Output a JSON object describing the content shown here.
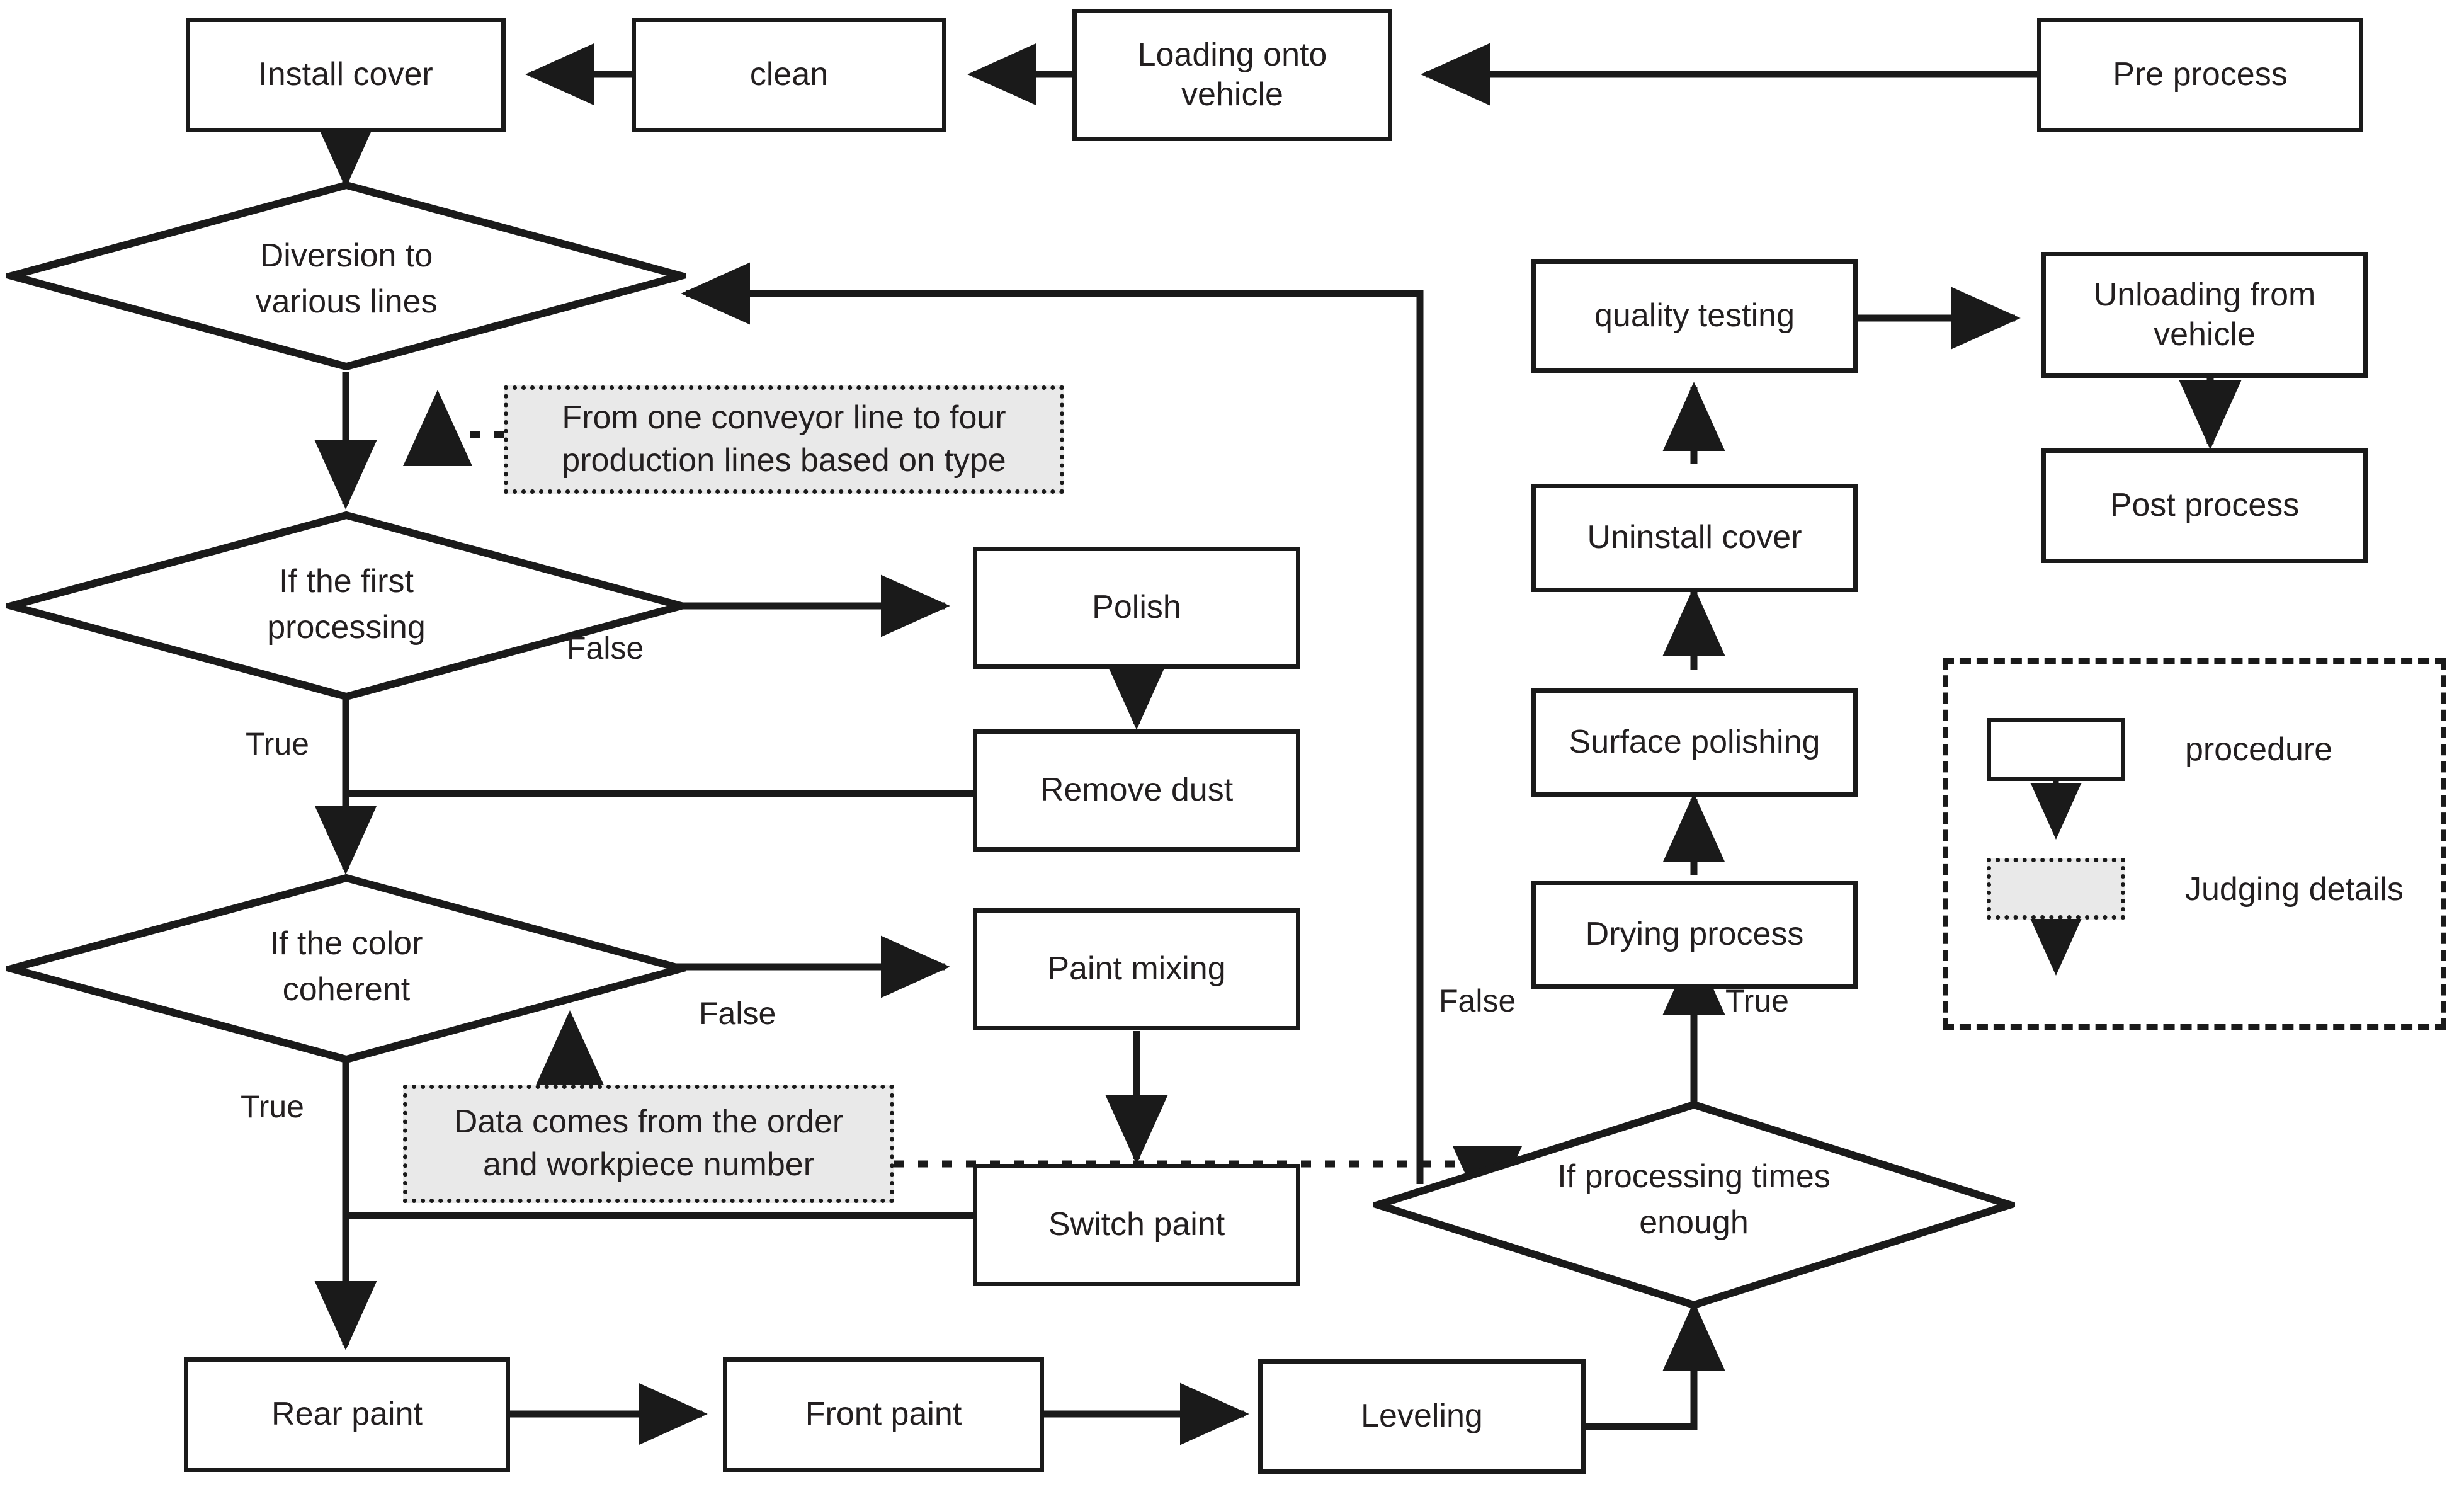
{
  "diagram": {
    "title": "Painting production line process flowchart",
    "colors": {
      "stroke": "#1a1a1a",
      "text": "#231f20",
      "note_fill": "#e9e9e9",
      "background": "#ffffff"
    }
  },
  "nodes": {
    "pre_process": "Pre process",
    "loading_onto_vehicle": "Loading onto\nvehicle",
    "clean": "clean",
    "install_cover": "Install cover",
    "diversion": "Diversion to\nvarious  lines",
    "if_first_processing": "If the first\nprocessing",
    "polish": "Polish",
    "remove_dust": "Remove dust",
    "if_color_coherent": "If the color\ncoherent",
    "paint_mixing": "Paint mixing",
    "switch_paint": "Switch paint",
    "rear_paint": "Rear paint",
    "front_paint": "Front paint",
    "leveling": "Leveling",
    "if_processing_times_enough": "If processing times\nenough",
    "drying_process": "Drying process",
    "surface_polishing": "Surface polishing",
    "uninstall_cover": "Uninstall cover",
    "quality_testing": "quality testing",
    "unloading_from_vehicle": "Unloading from\nvehicle",
    "post_process": "Post process"
  },
  "notes": {
    "conveyor": "From one conveyor line to four\nproduction lines based on type",
    "order_data": "Data comes from the order\nand workpiece number"
  },
  "edge_labels": {
    "first_processing_false": "False",
    "first_processing_true": "True",
    "color_coherent_false": "False",
    "color_coherent_true": "True",
    "processing_times_false": "False",
    "processing_times_true": "True"
  },
  "legend": {
    "procedure": "procedure",
    "judging_details": "Judging details"
  }
}
